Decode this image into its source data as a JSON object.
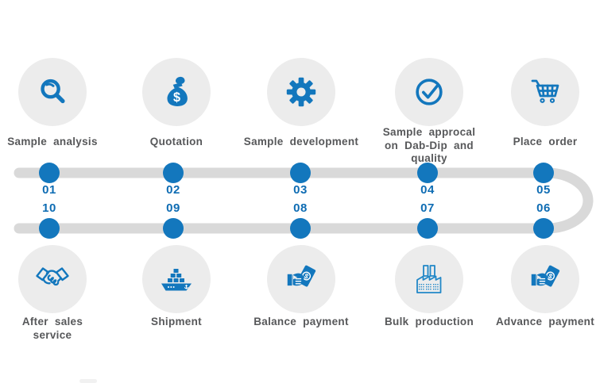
{
  "colors": {
    "accent_blue": "#1377bd",
    "number_blue": "#0e6cb3",
    "track_gray": "#d9d9d9",
    "circle_gray": "#ececec",
    "label_gray": "#57585a",
    "factory_blue": "#2187c7"
  },
  "process": {
    "top_steps": [
      {
        "number": "01",
        "label": "Sample analysis",
        "icon": "search-icon"
      },
      {
        "number": "02",
        "label": "Quotation",
        "icon": "money-bag-icon"
      },
      {
        "number": "03",
        "label": "Sample development",
        "icon": "gear-icon"
      },
      {
        "number": "04",
        "label": "Sample approcal on Dab-Dip and quality",
        "icon": "check-circle-icon"
      },
      {
        "number": "05",
        "label": "Place order",
        "icon": "shopping-cart-icon"
      }
    ],
    "bottom_steps": [
      {
        "number": "10",
        "label": "After sales service",
        "icon": "handshake-icon"
      },
      {
        "number": "09",
        "label": "Shipment",
        "icon": "cargo-ship-icon"
      },
      {
        "number": "08",
        "label": "Balance payment",
        "icon": "money-in-hand-icon"
      },
      {
        "number": "07",
        "label": "Bulk production",
        "icon": "factory-icon"
      },
      {
        "number": "06",
        "label": "Advance payment",
        "icon": "money-in-hand-icon"
      }
    ]
  }
}
